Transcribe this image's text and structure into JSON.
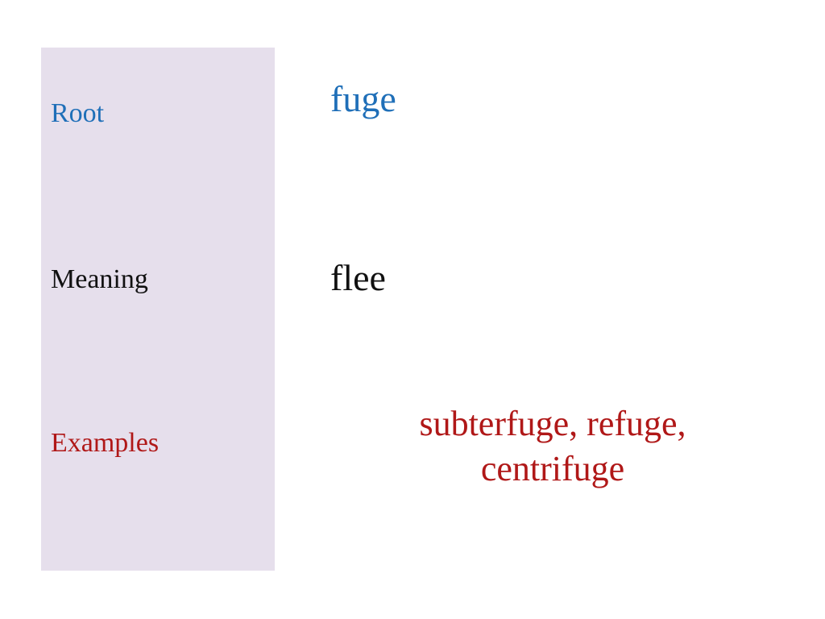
{
  "colors": {
    "sidebar_bg": "#e6dfec",
    "root": "#1f6fb8",
    "meaning": "#111111",
    "examples": "#b01818"
  },
  "labels": {
    "root": "Root",
    "meaning": "Meaning",
    "examples": "Examples"
  },
  "values": {
    "root": "fuge",
    "meaning": "flee",
    "examples_line1": "subterfuge, refuge,",
    "examples_line2": "centrifuge"
  }
}
